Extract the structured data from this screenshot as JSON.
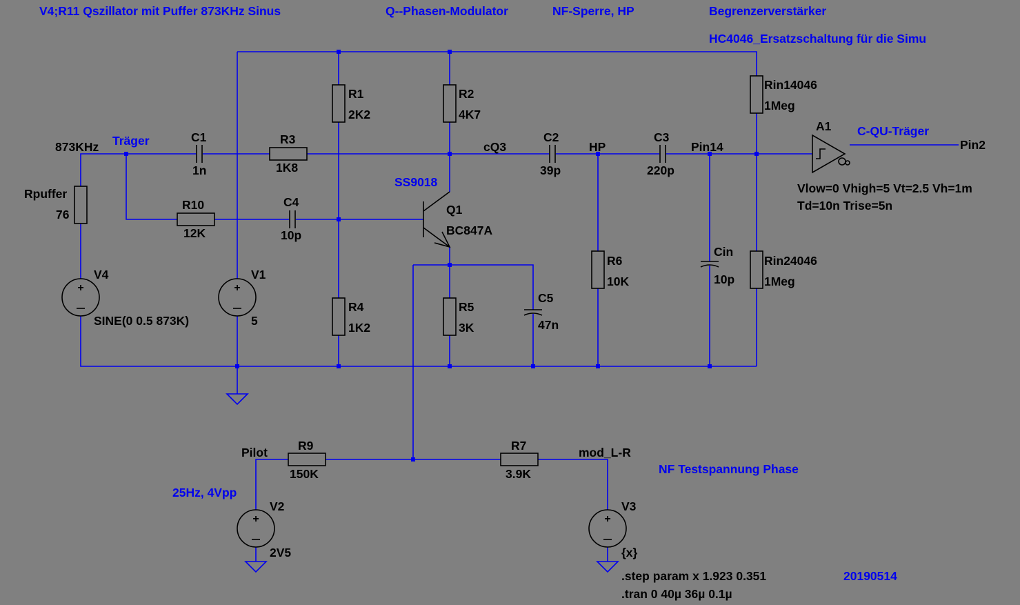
{
  "comments": {
    "oscillator": "V4;R11 Qszillator mit Puffer 873KHz Sinus",
    "modulator": "Q--Phasen-Modulator",
    "nf_block": "NF-Sperre, HP",
    "limiter": "Begrenzerverstärker",
    "hc4046": "HC4046_Ersatzschaltung für die Simu",
    "pilot_spec": "25Hz, 4Vpp",
    "nf_test": "NF Testspannung Phase",
    "date": "20190514"
  },
  "nets": {
    "n873": "873KHz",
    "traeger": "Träger",
    "cq3": "cQ3",
    "hp": "HP",
    "pin14": "Pin14",
    "cqu": "C-QU-Träger",
    "pin2": "Pin2",
    "pilot": "Pilot",
    "mod": "mod_L-R"
  },
  "parts": {
    "r1": {
      "name": "R1",
      "value": "2K2"
    },
    "r2": {
      "name": "R2",
      "value": "4K7"
    },
    "r3": {
      "name": "R3",
      "value": "1K8"
    },
    "r4": {
      "name": "R4",
      "value": "1K2"
    },
    "r5": {
      "name": "R5",
      "value": "3K"
    },
    "r6": {
      "name": "R6",
      "value": "10K"
    },
    "r7": {
      "name": "R7",
      "value": "3.9K"
    },
    "r9": {
      "name": "R9",
      "value": "150K"
    },
    "r10": {
      "name": "R10",
      "value": "12K"
    },
    "rpuffer": {
      "name": "Rpuffer",
      "value": "76"
    },
    "rin1": {
      "name": "Rin14046",
      "value": "1Meg"
    },
    "rin2": {
      "name": "Rin24046",
      "value": "1Meg"
    },
    "c1": {
      "name": "C1",
      "value": "1n"
    },
    "c2": {
      "name": "C2",
      "value": "39p"
    },
    "c3": {
      "name": "C3",
      "value": "220p"
    },
    "c4": {
      "name": "C4",
      "value": "10p"
    },
    "c5": {
      "name": "C5",
      "value": "47n"
    },
    "cin": {
      "name": "Cin",
      "value": "10p"
    },
    "q1": {
      "name": "Q1",
      "value": "BC847A",
      "alias": "SS9018"
    },
    "v1": {
      "name": "V1",
      "value": "5"
    },
    "v2": {
      "name": "V2",
      "value": "2V5"
    },
    "v3": {
      "name": "V3",
      "value": "{x}"
    },
    "v4": {
      "name": "V4",
      "value": "SINE(0 0.5 873K)"
    },
    "a1": {
      "name": "A1",
      "params1": "Vlow=0 Vhigh=5 Vt=2.5 Vh=1m",
      "params2": "Td=10n Trise=5n"
    }
  },
  "directives": {
    "step": ".step param x 1.923 0.351",
    "tran": ".tran 0 40µ 36µ 0.1µ"
  },
  "colors": {
    "background": "#808080",
    "wire": "#0000ee",
    "symbol": "#000000",
    "annotation": "#0000ee"
  }
}
